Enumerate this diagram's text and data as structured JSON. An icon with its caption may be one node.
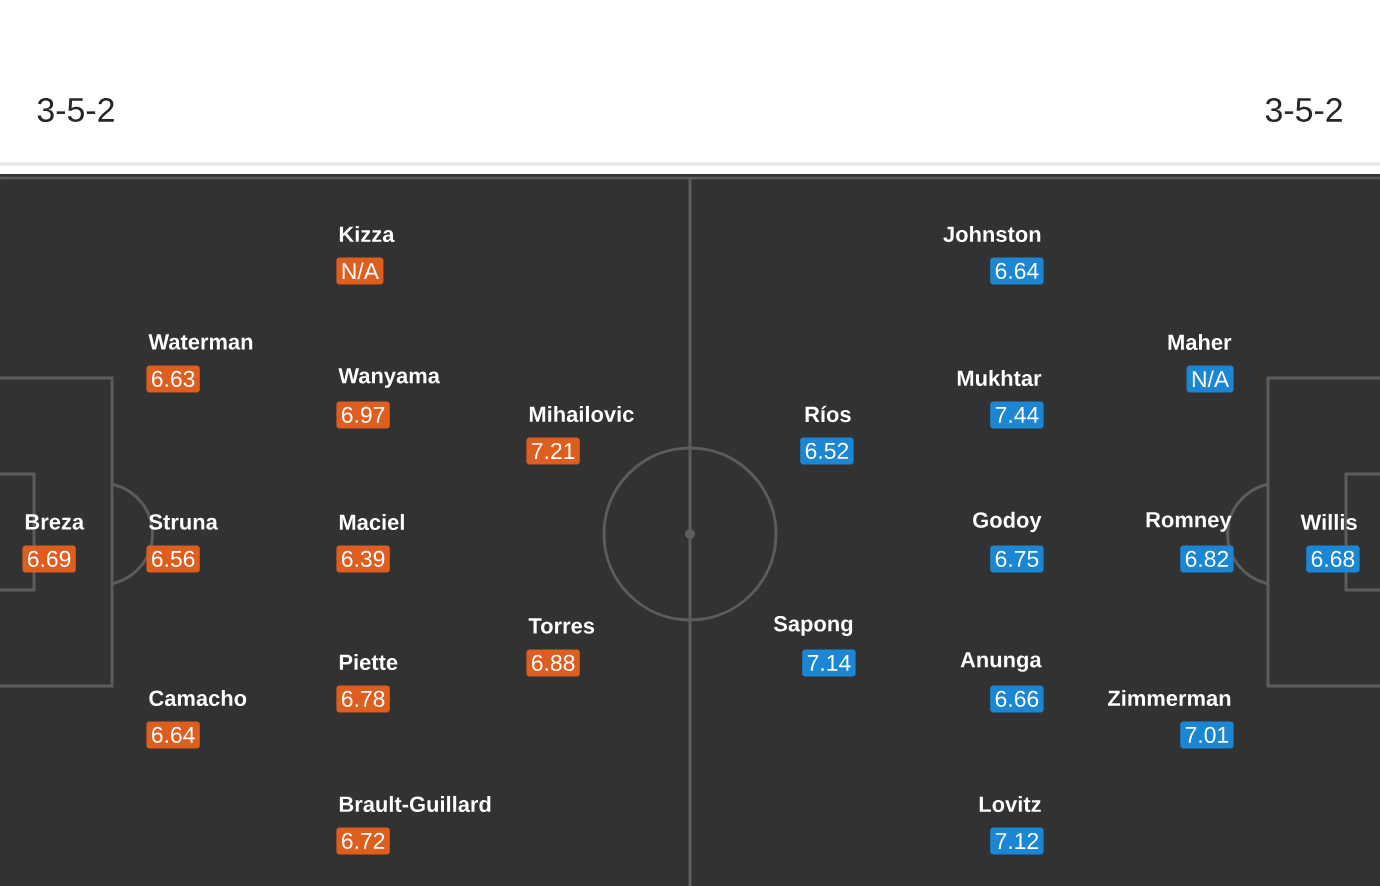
{
  "diagram": {
    "nodes": [
      {
        "text": [
          "Breza",
          "6.69"
        ]
      },
      {
        "text": [
          "Waterman",
          "6.63"
        ]
      },
      {
        "text": [
          "Struna",
          "6.56"
        ]
      },
      {
        "text": [
          "Camacho",
          "6.64"
        ]
      },
      {
        "text": [
          "Kizza",
          "N/A"
        ]
      },
      {
        "text": [
          "Wanyama",
          "6.97"
        ]
      },
      {
        "text": [
          "Maciel",
          "6.39"
        ]
      },
      {
        "text": [
          "Piette",
          "6.78"
        ]
      },
      {
        "text": [
          "Brault-Guillard",
          "6.72"
        ]
      },
      {
        "text": [
          "Mihailovic",
          "7.21"
        ]
      },
      {
        "text": [
          "Torres",
          "6.88"
        ]
      },
      {
        "text": [
          "Ríos",
          "6.52"
        ]
      },
      {
        "text": [
          "Sapong",
          "7.14"
        ]
      },
      {
        "text": [
          "Johnston",
          "6.64"
        ]
      },
      {
        "text": [
          "Mukhtar",
          "7.44"
        ]
      },
      {
        "text": [
          "Godoy",
          "6.75"
        ]
      },
      {
        "text": [
          "Anunga",
          "6.66"
        ]
      },
      {
        "text": [
          "Lovitz",
          "7.12"
        ]
      },
      {
        "text": [
          "Maher",
          "N/A"
        ]
      },
      {
        "text": [
          "Romney",
          "6.82"
        ]
      },
      {
        "text": [
          "Zimmerman",
          "7.01"
        ]
      },
      {
        "text": [
          "Willis",
          "6.68"
        ]
      }
    ],
    "labels": [
      "3-5-2",
      "3-5-2"
    ]
  }
}
